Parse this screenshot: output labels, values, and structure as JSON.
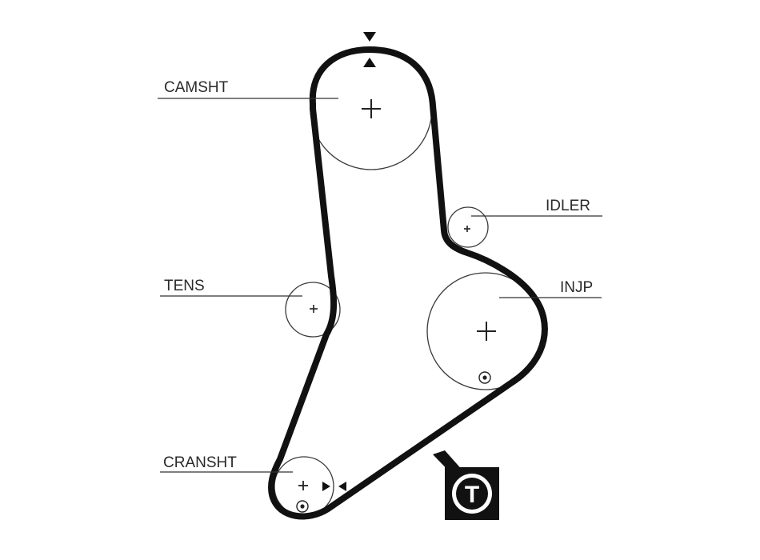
{
  "diagram": {
    "labels": {
      "camshaft": "CAMSHT",
      "idler": "IDLER",
      "tensioner": "TENS",
      "injection_pump": "INJP",
      "crankshaft": "CRANSHT"
    },
    "tension_badge": "T",
    "colors": {
      "belt": "#111111",
      "pulley": "#3a3a3a",
      "label": "#2a2a2a",
      "background": "#ffffff"
    },
    "icons": [
      "timing-mark-icon",
      "rotation-mark-icon",
      "tension-badge-icon"
    ]
  }
}
